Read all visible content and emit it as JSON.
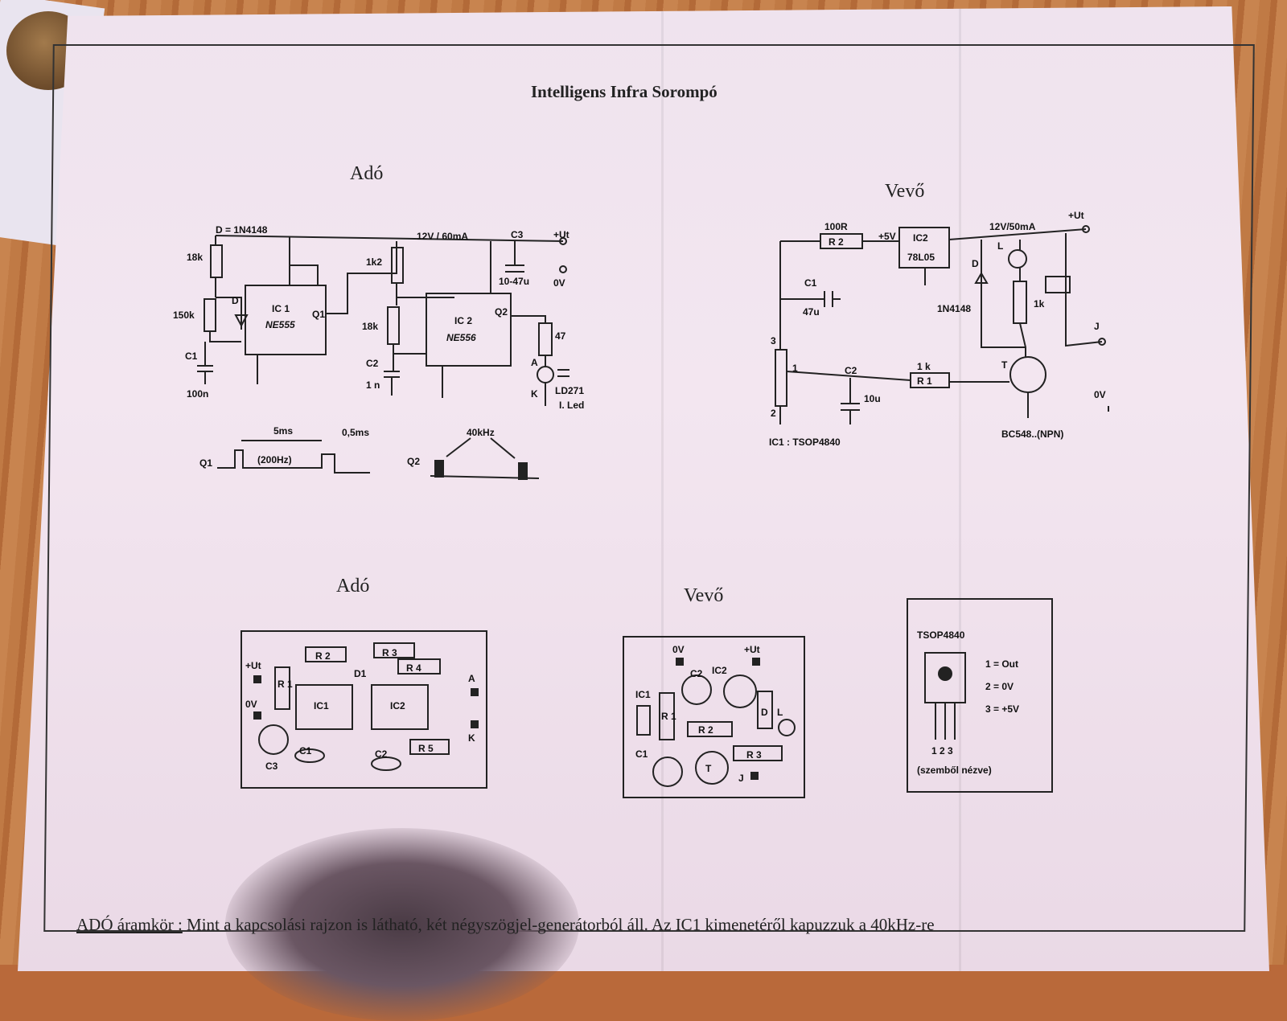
{
  "title": "Intelligens Infra Sorompó",
  "sections": {
    "tx_schematic": "Adó",
    "rx_schematic": "Vevő",
    "tx_board": "Adó",
    "rx_board": "Vevő"
  },
  "tx": {
    "diode": "D = 1N4148",
    "supply": "12V / 60mA",
    "r1_value": "18k",
    "r2_value": "150k",
    "r3_value": "1k2",
    "r4_value": "18k",
    "r5_value": "47",
    "c1_label": "C1",
    "c1_value": "100n",
    "c2_label": "C2",
    "c2_value": "1 n",
    "c3_label": "C3",
    "c3_value": "10-47u",
    "ic1_label": "IC 1",
    "ic1_type": "NE555",
    "ic2_label": "IC 2",
    "ic2_type": "NE556",
    "plus_ut": "+Ut",
    "zero_v": "0V",
    "led_label": "LD271",
    "led_sub": "I. Led",
    "anode": "A",
    "cathode": "K",
    "d_label": "D",
    "q1_out": "Q1",
    "q2_out": "Q2"
  },
  "timing": {
    "q1_label": "Q1",
    "period": "5ms",
    "freq": "(200Hz)",
    "pulse": "0,5ms",
    "q2_label": "Q2",
    "carrier": "40kHz"
  },
  "rx": {
    "r2_value": "100R",
    "r2_label": "R 2",
    "plus5v": "+5V",
    "ic2_label": "IC2",
    "ic2_type": "78L05",
    "supply": "12V/50mA",
    "plus_ut": "+Ut",
    "c1_label": "C1",
    "c1_value": "47u",
    "d_label": "D",
    "d_type": "1N4148",
    "l_label": "L",
    "r3_value": "1k",
    "j_label": "J",
    "c2_label": "C2",
    "c2_value": "10u",
    "r1_value": "1 k",
    "r1_label": "R 1",
    "t_label": "T",
    "zero_v": "0V",
    "ic1": "IC1 : TSOP4840",
    "transistor": "BC548..(NPN)",
    "pin1": "1",
    "pin2": "2",
    "pin3": "3"
  },
  "tx_board": {
    "r1": "R 1",
    "r2": "R 2",
    "r3": "R 3",
    "r4": "R 4",
    "r5": "R 5",
    "ic1": "IC1",
    "ic2": "IC2",
    "d1": "D1",
    "c1": "C1",
    "c2": "C2",
    "c3": "C3",
    "plus_ut": "+Ut",
    "zero_v": "0V",
    "a": "A",
    "k": "K"
  },
  "rx_board": {
    "zero_v": "0V",
    "plus_ut": "+Ut",
    "ic1": "IC1",
    "ic2": "IC2",
    "c1": "C1",
    "c2": "C2",
    "r1": "R 1",
    "r2": "R 2",
    "r3": "R 3",
    "d": "D",
    "t": "T",
    "j": "J",
    "l": "L"
  },
  "tsop": {
    "title": "TSOP4840",
    "pin1": "1 = Out",
    "pin2": "2 = 0V",
    "pin3": "3 = +5V",
    "pins": "1 2 3",
    "note": "(szemből nézve)"
  },
  "footer": {
    "lead": "ADÓ áramkör :",
    "text": "Mint a kapcsolási rajzon is látható, két négyszögjel-generátorból áll. Az IC1 kimenetéről kapuzzuk a 40kHz-re"
  }
}
